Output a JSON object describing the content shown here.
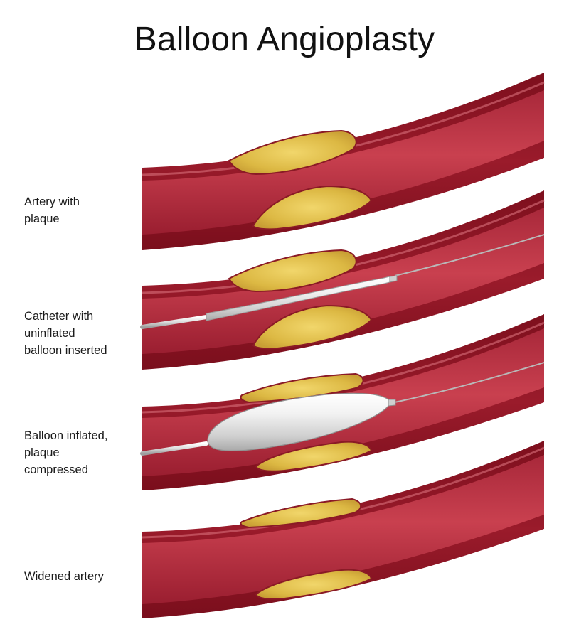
{
  "title": "Balloon Angioplasty",
  "colors": {
    "artery_wall": "#8e1523",
    "artery_lumen": "#c43548",
    "artery_highlight": "#e2818a",
    "plaque_fill": "#e3c350",
    "plaque_rim": "#f2dca6",
    "catheter": "#d8d8d8",
    "balloon": "#e6e6e6"
  },
  "stages": [
    {
      "lines": [
        "Artery with",
        "plaque"
      ]
    },
    {
      "lines": [
        "Catheter with",
        "uninflated",
        "balloon inserted"
      ]
    },
    {
      "lines": [
        "Balloon inflated,",
        "plaque",
        "compressed"
      ]
    },
    {
      "lines": [
        "Widened artery"
      ]
    }
  ]
}
